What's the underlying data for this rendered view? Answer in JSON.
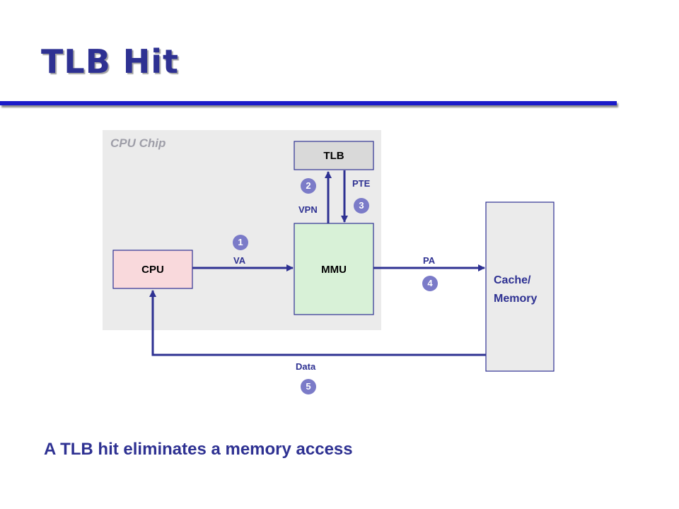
{
  "title": "TLB Hit",
  "diagram": {
    "chip_label": "CPU Chip",
    "nodes": {
      "cpu": "CPU",
      "tlb": "TLB",
      "mmu": "MMU",
      "memory_line1": "Cache/",
      "memory_line2": "Memory"
    },
    "edges": {
      "va": "VA",
      "vpn": "VPN",
      "pte": "PTE",
      "pa": "PA",
      "data": "Data"
    },
    "steps": [
      "1",
      "2",
      "3",
      "4",
      "5"
    ],
    "colors": {
      "title": "#2e3192",
      "rule": "#1b1bc9",
      "chip_bg": "#ebebeb",
      "cpu_fill": "#f9d9dc",
      "tlb_fill": "#d9d9d9",
      "mmu_fill": "#d8f1d7",
      "memory_fill": "#ebebeb",
      "arrow": "#2e3192",
      "badge": "#7b7bc8"
    }
  },
  "caption": "A TLB hit eliminates a memory access"
}
